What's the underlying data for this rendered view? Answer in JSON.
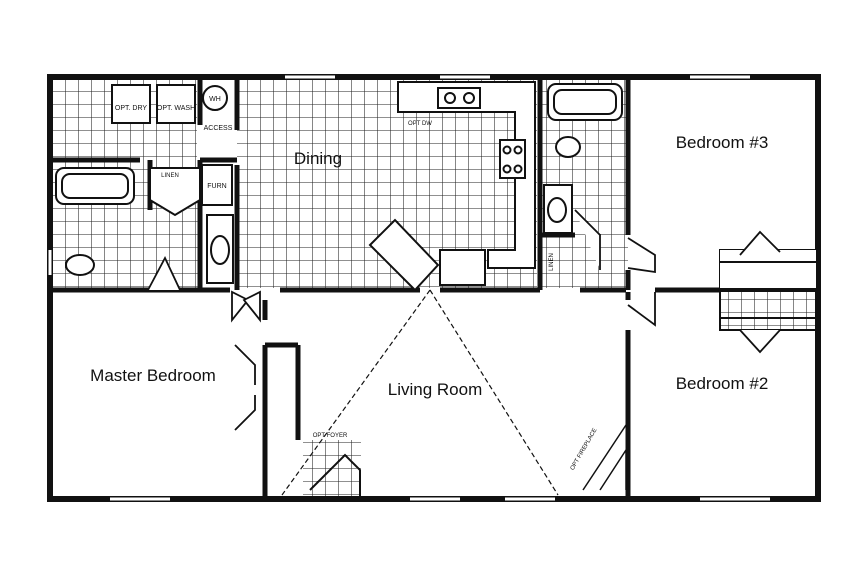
{
  "rooms": {
    "dining": "Dining",
    "bedroom3": "Bedroom #3",
    "bedroom2": "Bedroom #2",
    "master": "Master Bedroom",
    "living": "Living Room"
  },
  "fixtures": {
    "opt_dry": "OPT. DRY",
    "opt_wash": "OPT. WASH",
    "wh": "WH",
    "access": "ACCESS",
    "linen_left": "LINEN",
    "furn": "FURN",
    "opt_dw": "OPT DW",
    "linen_right": "LINEN",
    "opt_foyer": "OPT FOYER",
    "opt_fireplace": "OPT FIREPLACE"
  }
}
